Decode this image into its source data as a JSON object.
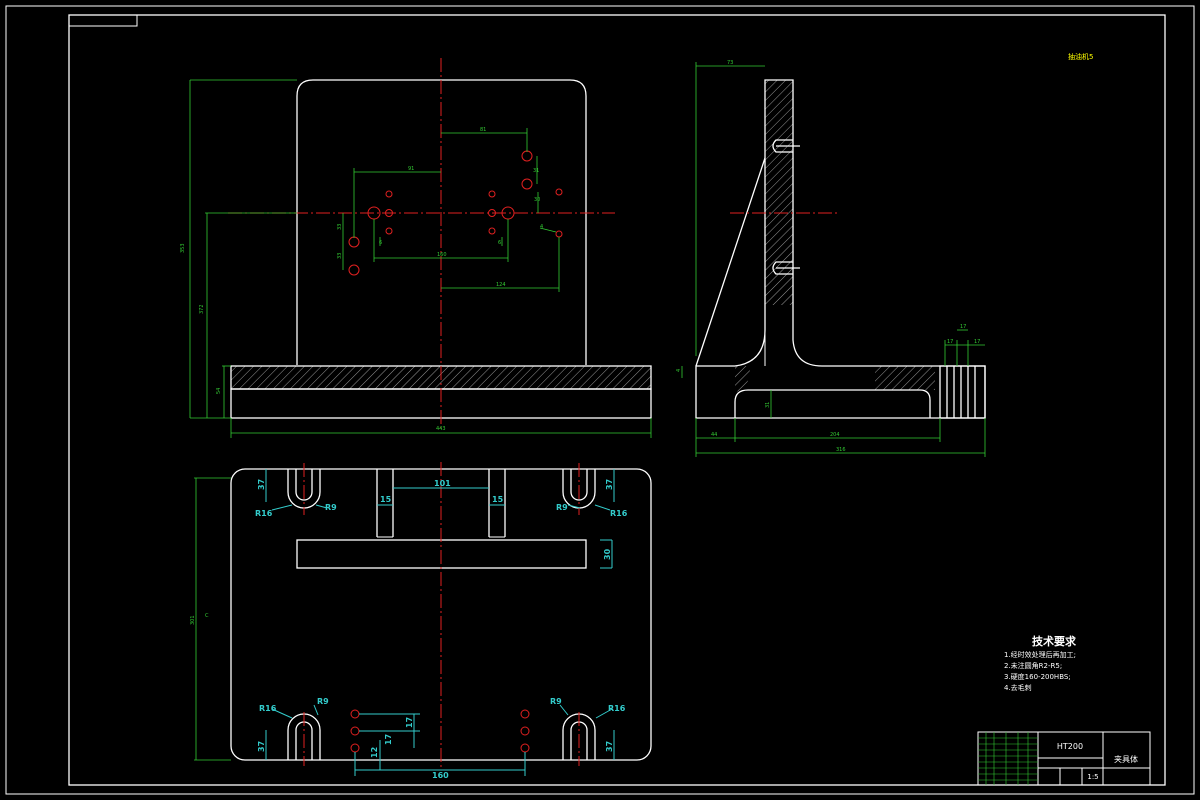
{
  "colors": {
    "background": "#000000",
    "outline": "#ffffff",
    "dimension": "#33cc33",
    "dimension_label": "#33cccc",
    "centerline": "#e02020",
    "note": "#ffff00"
  },
  "corner_note": "抽油机5",
  "dims_bottom_view": {
    "d37_tl": "37",
    "d15_l": "15",
    "d101": "101",
    "d15_r": "15",
    "d37_tr": "37",
    "r16_tl": "R16",
    "r9_tl": "R9",
    "r9_tr": "R9",
    "r16_tr": "R16",
    "d30": "30",
    "r16_bl": "R16",
    "r9_bl": "R9",
    "r9_br": "R9",
    "r16_br": "R16",
    "d37_bl": "37",
    "d37_br": "37",
    "d17_a": "17",
    "d17_b": "17",
    "d12": "12",
    "d160": "160"
  },
  "tech_requirements": {
    "title": "技术要求",
    "items": [
      "1.经时效处理后再加工;",
      "2.未注圆角R2-R5;",
      "3.硬度160-200HBS;",
      "4.去毛刺"
    ]
  },
  "title_block": {
    "material": "HT200",
    "part_name": "夹具体",
    "scale": "1:5"
  }
}
